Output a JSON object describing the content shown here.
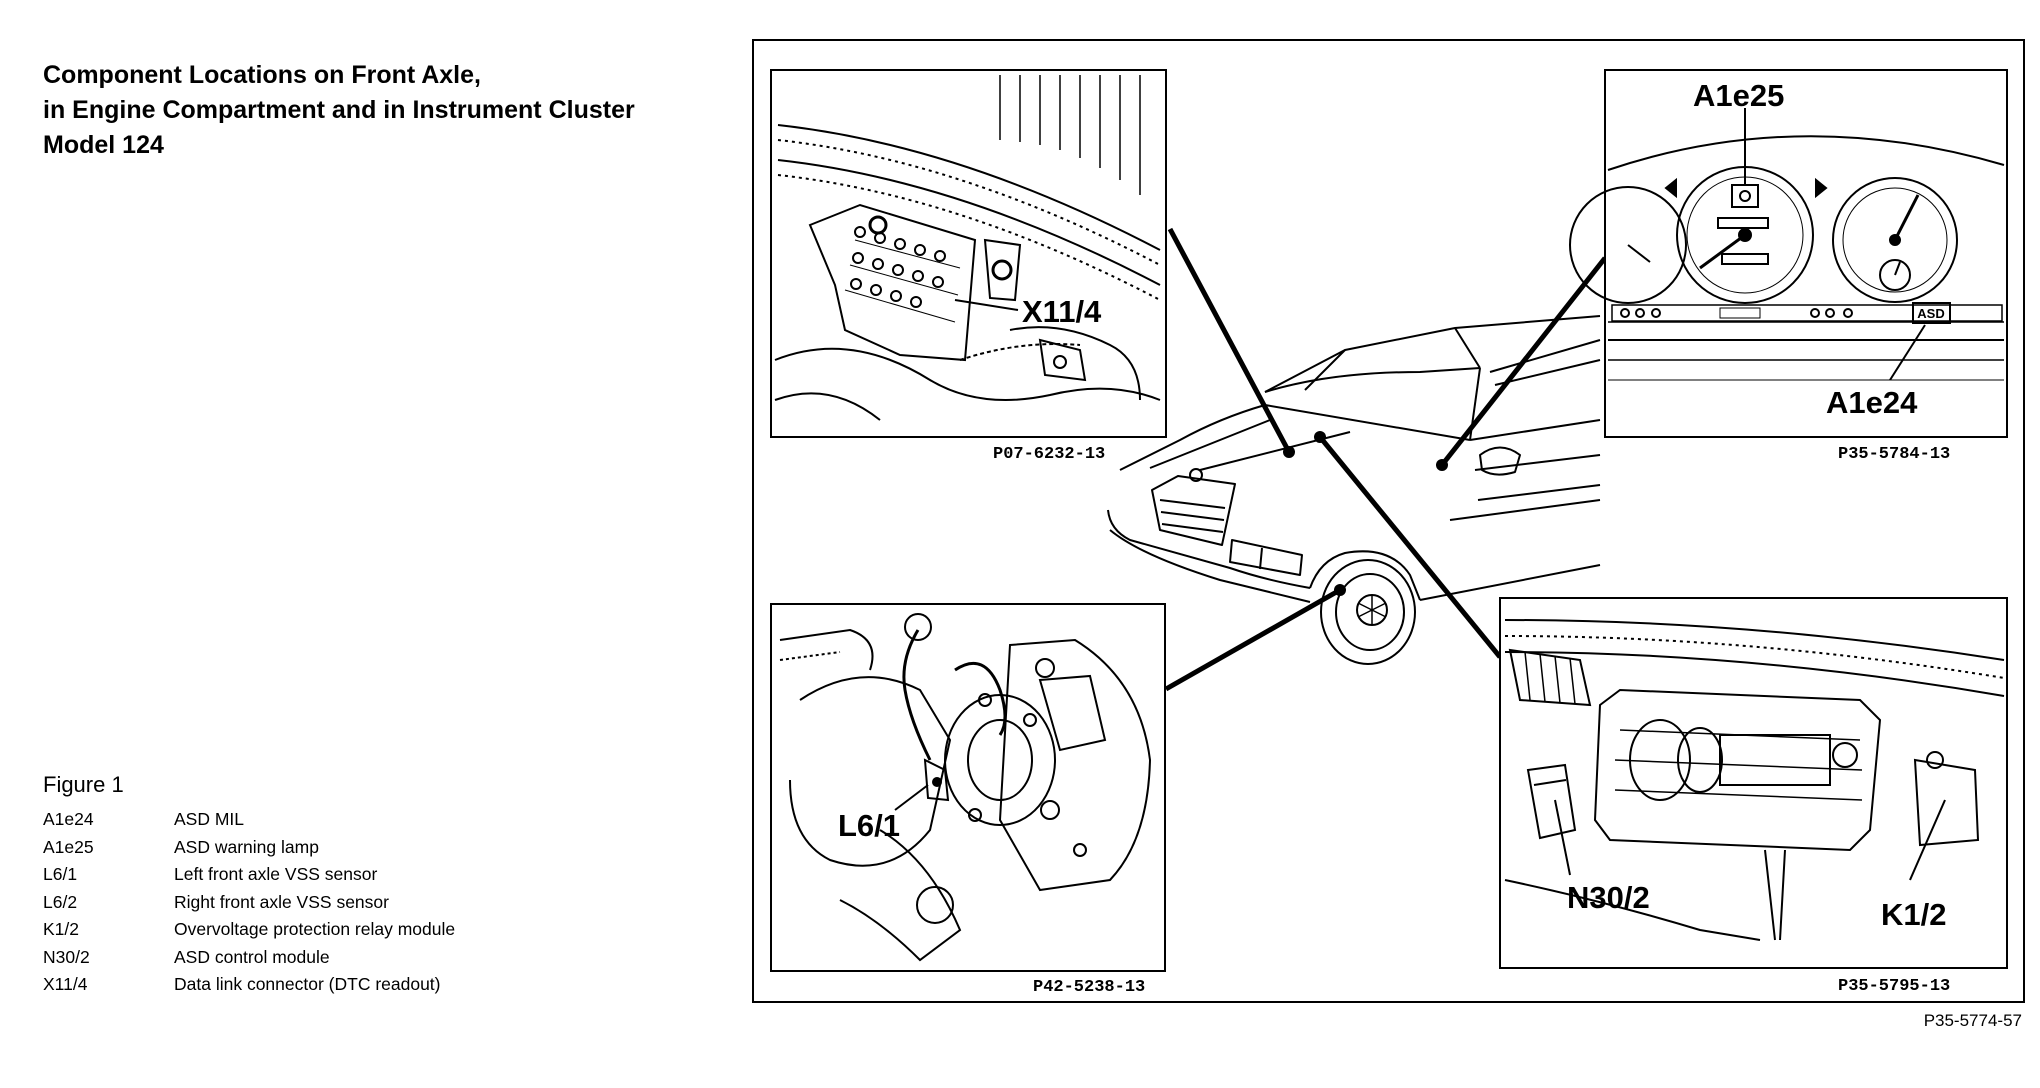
{
  "heading": {
    "line1": "Component Locations on Front Axle,",
    "line2": "in Engine Compartment and in Instrument Cluster",
    "line3": "Model 124"
  },
  "figure_title": "Figure 1",
  "legend": [
    {
      "code": "A1e24",
      "desc": "ASD MIL"
    },
    {
      "code": "A1e25",
      "desc": "ASD warning lamp"
    },
    {
      "code": "L6/1",
      "desc": "Left front axle VSS sensor"
    },
    {
      "code": "L6/2",
      "desc": "Right front axle VSS sensor"
    },
    {
      "code": "K1/2",
      "desc": "Overvoltage protection relay module"
    },
    {
      "code": "N30/2",
      "desc": "ASD control module"
    },
    {
      "code": "X11/4",
      "desc": "Data link connector (DTC readout)"
    }
  ],
  "diagram": {
    "callouts": {
      "x11_4": "X11/4",
      "a1e25": "A1e25",
      "a1e24": "A1e24",
      "asd_badge": "ASD",
      "l6_1": "L6/1",
      "n30_2": "N30/2",
      "k1_2": "K1/2"
    },
    "refs": {
      "top_left": "P07-6232-13",
      "top_right": "P35-5784-13",
      "bottom_left": "P42-5238-13",
      "bottom_right": "P35-5795-13",
      "figure": "P35-5774-57"
    }
  }
}
